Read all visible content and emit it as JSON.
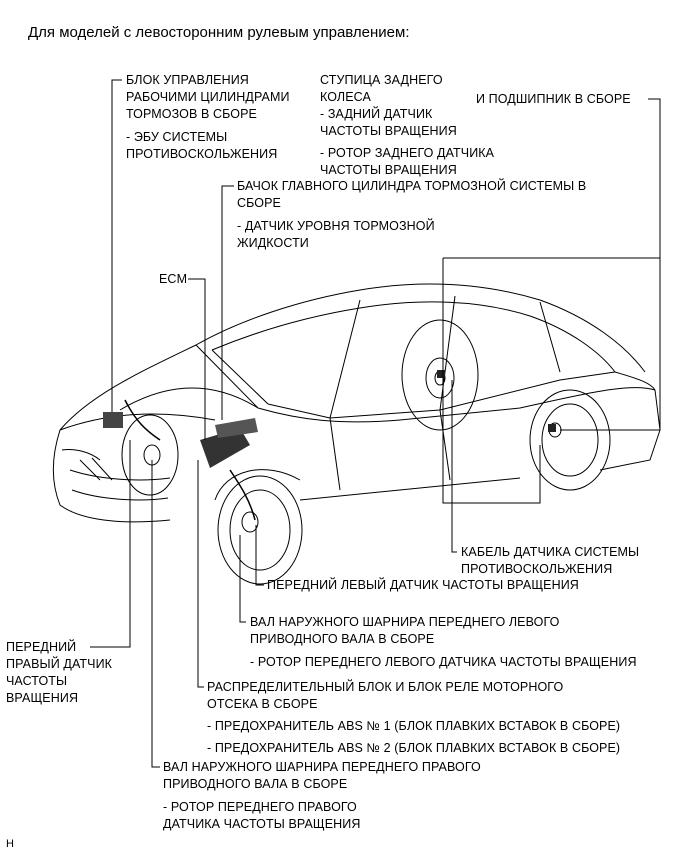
{
  "title": "Для моделей с левосторонним рулевым управлением:",
  "labels": {
    "abs_actuator": {
      "line1": "БЛОК УПРАВЛЕНИЯ",
      "line2": "РАБОЧИМИ ЦИЛИНДРАМИ",
      "line3": "ТОРМОЗОВ В СБОРЕ",
      "sub1": "- ЭБУ СИСТЕМЫ",
      "sub2": "ПРОТИВОСКОЛЬЖЕНИЯ"
    },
    "rear_hub": {
      "line1": "СТУПИЦА ЗАДНЕГО",
      "line2": "КОЛЕСА",
      "line2b": "И ПОДШИПНИК В СБОРЕ",
      "sub1a": "- ЗАДНИЙ ДАТЧИК",
      "sub1b": "ЧАСТОТЫ ВРАЩЕНИЯ",
      "sub2a": "- РОТОР ЗАДНЕГО ДАТЧИКА",
      "sub2b": "ЧАСТОТЫ ВРАЩЕНИЯ"
    },
    "master_cylinder": {
      "line1": "БАЧОК ГЛАВНОГО ЦИЛИНДРА ТОРМОЗНОЙ СИСТЕМЫ В",
      "line2": "СБОРЕ",
      "sub1": "- ДАТЧИК УРОВНЯ ТОРМОЗНОЙ",
      "sub2": "ЖИДКОСТИ"
    },
    "ecm": "ECM",
    "skid_cable": {
      "line1": "КАБЕЛЬ ДАТЧИКА СИСТЕМЫ",
      "line2": "ПРОТИВОСКОЛЬЖЕНИЯ"
    },
    "front_left_sensor": "ПЕРЕДНИЙ ЛЕВЫЙ ДАТЧИК ЧАСТОТЫ ВРАЩЕНИЯ",
    "front_left_shaft": {
      "line1": "ВАЛ НАРУЖНОГО ШАРНИРА ПЕРЕДНЕГО ЛЕВОГО",
      "line2": "ПРИВОДНОГО ВАЛА В СБОРЕ",
      "sub1": "- РОТОР ПЕРЕДНЕГО ЛЕВОГО ДАТЧИКА ЧАСТОТЫ ВРАЩЕНИЯ"
    },
    "front_right_sensor": {
      "line1": "ПЕРЕДНИЙ",
      "line2": "ПРАВЫЙ ДАТЧИК",
      "line3": "ЧАСТОТЫ",
      "line4": "ВРАЩЕНИЯ"
    },
    "junction_block": {
      "line1": "РАСПРЕДЕЛИТЕЛЬНЫЙ БЛОК И БЛОК РЕЛЕ МОТОРНОГО",
      "line2": "ОТСЕКА В СБОРЕ",
      "sub1": "- ПРЕДОХРАНИТЕЛЬ ABS № 1 (БЛОК ПЛАВКИХ ВСТАВОК В СБОРЕ)",
      "sub2": "- ПРЕДОХРАНИТЕЛЬ ABS № 2 (БЛОК ПЛАВКИХ ВСТАВОК В СБОРЕ)"
    },
    "front_right_shaft": {
      "line1": "ВАЛ НАРУЖНОГО ШАРНИРА ПЕРЕДНЕГО ПРАВОГО",
      "line2": "ПРИВОДНОГО ВАЛА В СБОРЕ",
      "sub1": "- РОТОР ПЕРЕДНЕГО ПРАВОГО",
      "sub2": "ДАТЧИКА ЧАСТОТЫ ВРАЩЕНИЯ"
    }
  },
  "footer_code": "H"
}
